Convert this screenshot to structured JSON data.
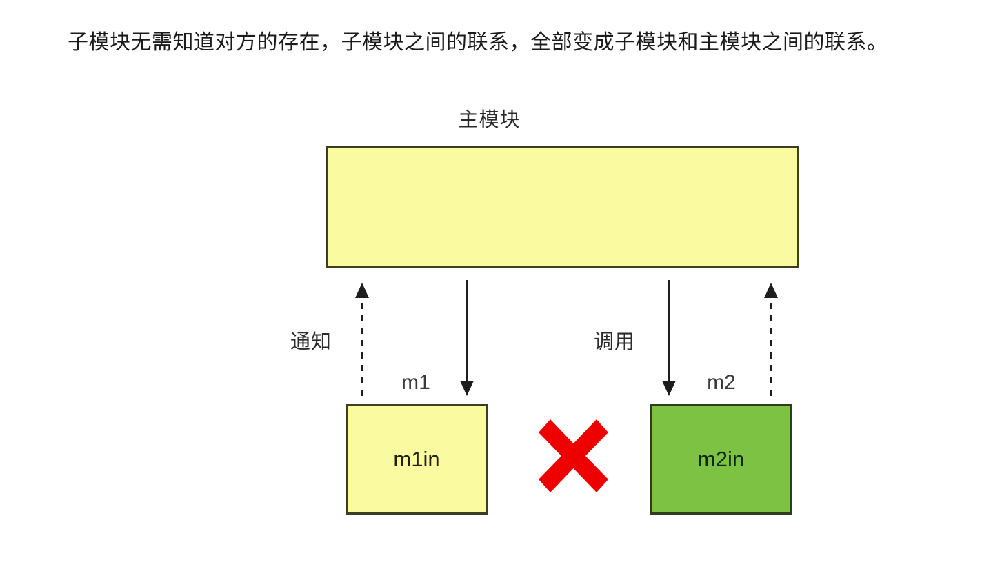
{
  "page": {
    "title_text": "子模块无需知道对方的存在，子模块之间的联系，全部变成子模块和主模块之间的联系。",
    "background_color": "#ffffff"
  },
  "diagram": {
    "type": "module-communication-diagram",
    "main_module": {
      "caption": "主模块",
      "box_label": "",
      "fill_color": "#fafaa0",
      "border_color": "#3d3d22"
    },
    "sub_modules": [
      {
        "id": "m1",
        "arrow_label": "m1",
        "box_label": "m1in",
        "fill_color": "#fafaa0",
        "border_color": "#3d3d22"
      },
      {
        "id": "m2",
        "arrow_label": "m2",
        "box_label": "m2in",
        "fill_color": "#7dc242",
        "border_color": "#2f3d1e"
      }
    ],
    "connections": [
      {
        "id": "notify-left",
        "label": "通知",
        "direction": "up",
        "style": "dashed",
        "from": "m1in",
        "to": "主模块"
      },
      {
        "id": "call-left",
        "label": "",
        "direction": "down",
        "style": "solid",
        "from": "主模块",
        "to": "m1in"
      },
      {
        "id": "call-right",
        "label": "调用",
        "direction": "down",
        "style": "solid",
        "from": "主模块",
        "to": "m2in"
      },
      {
        "id": "notify-right",
        "label": "",
        "direction": "up",
        "style": "dashed",
        "from": "m2in",
        "to": "主模块"
      }
    ],
    "blocked_link": {
      "icon": "red-cross-icon",
      "color": "#ee0000",
      "meaning": "m1in 与 m2in 之间无直接联系"
    },
    "labels": {
      "notify": "通知",
      "call": "调用"
    }
  }
}
